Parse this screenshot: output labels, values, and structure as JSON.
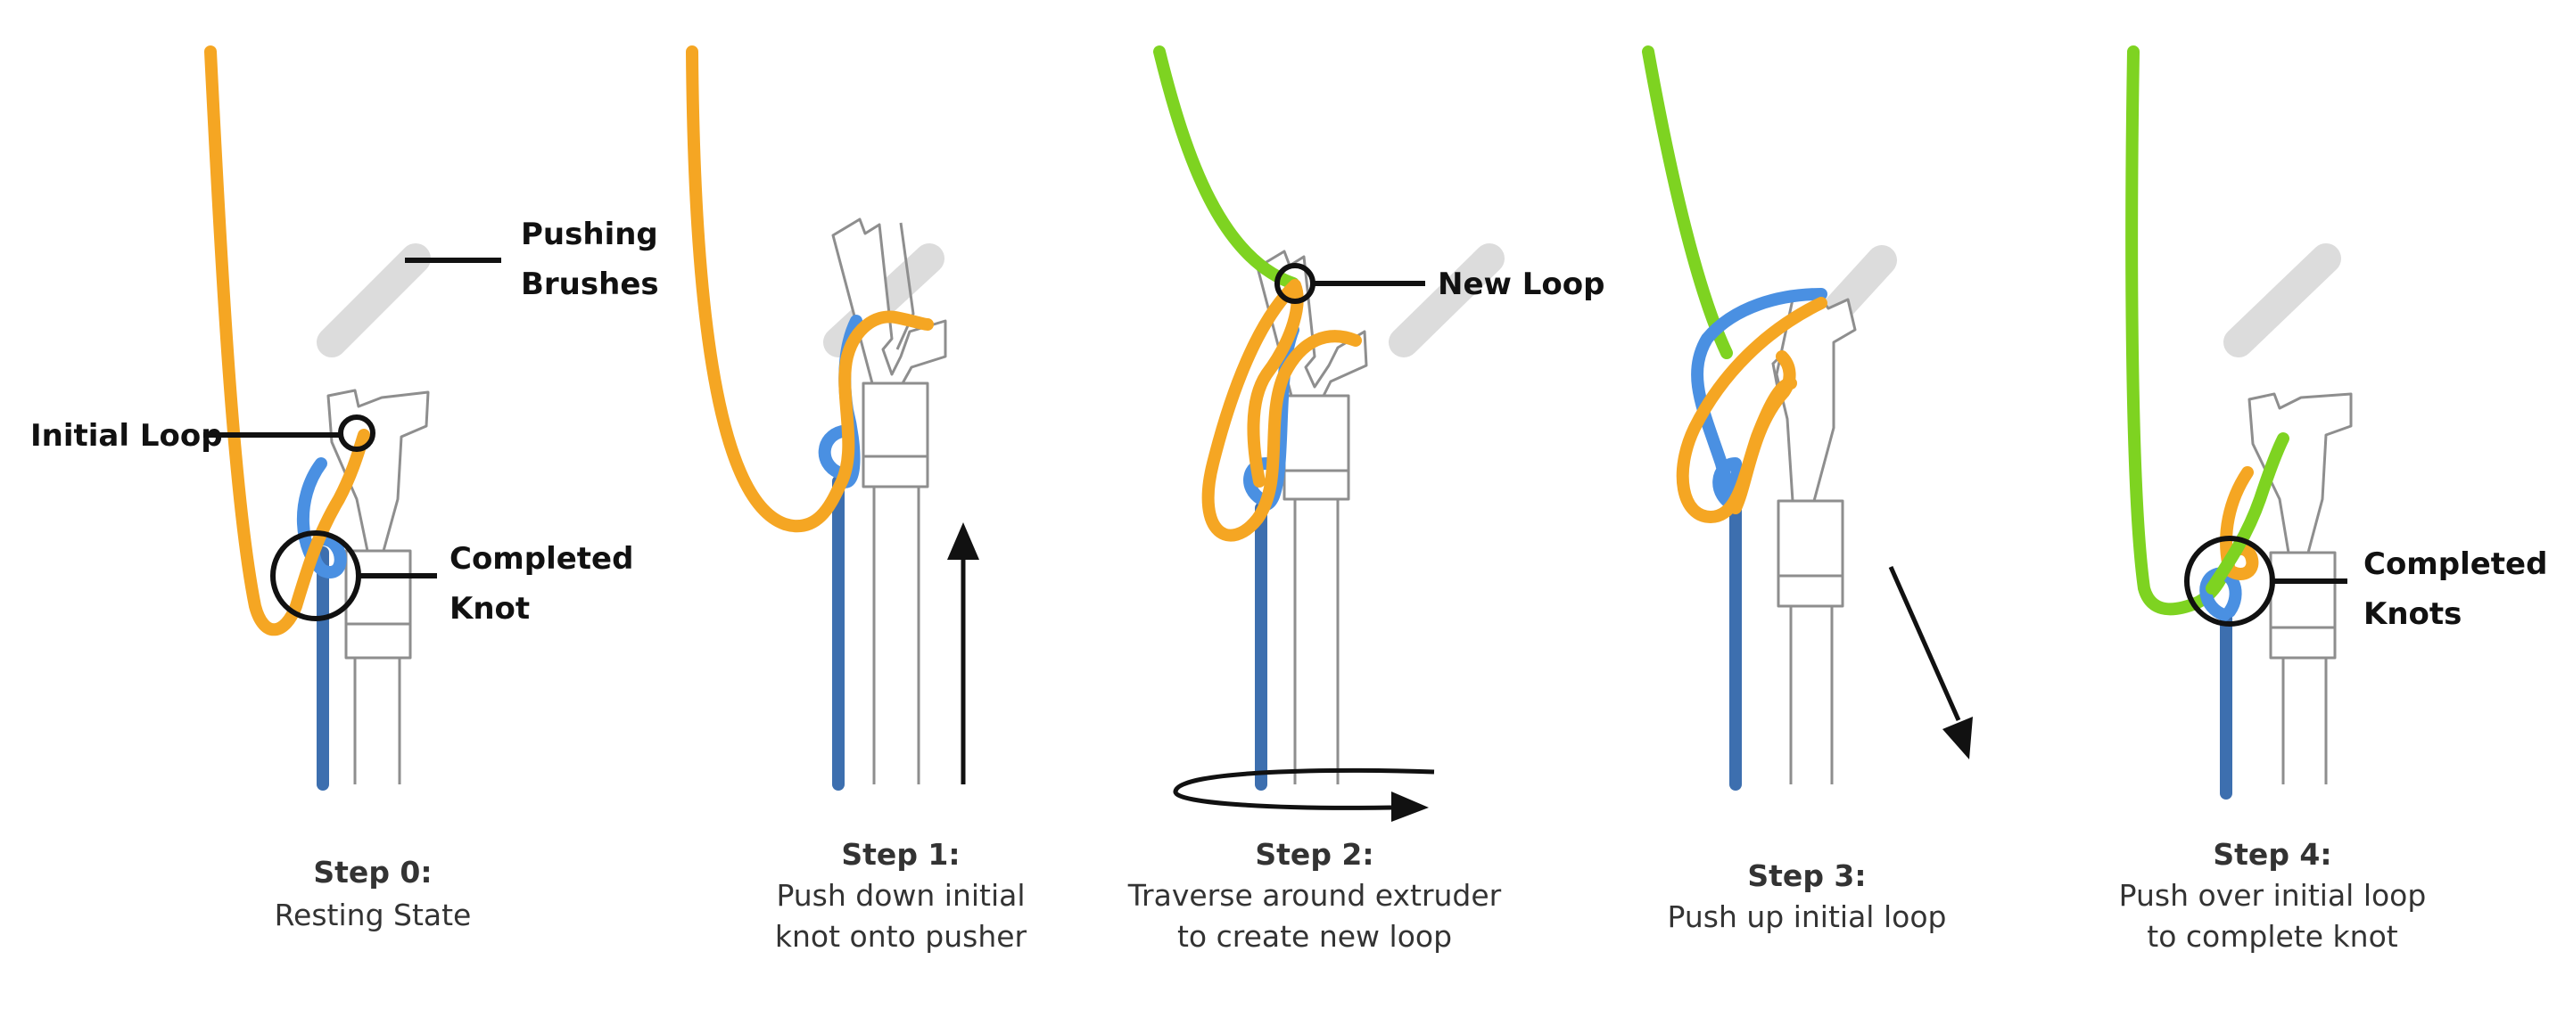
{
  "callouts": {
    "pushing_brushes_line1": "Pushing",
    "pushing_brushes_line2": "Brushes",
    "initial_loop": "Initial Loop",
    "completed_knot_line1": "Completed",
    "completed_knot_line2": "Knot",
    "new_loop": "New Loop",
    "completed_knots_line1": "Completed",
    "completed_knots_line2": "Knots"
  },
  "steps": [
    {
      "title": "Step 0:",
      "line1": "Resting State",
      "line2": ""
    },
    {
      "title": "Step 1:",
      "line1": "Push down initial",
      "line2": "knot onto pusher"
    },
    {
      "title": "Step 2:",
      "line1": "Traverse around extruder",
      "line2": "to create new loop"
    },
    {
      "title": "Step 3:",
      "line1": "Push up initial loop",
      "line2": ""
    },
    {
      "title": "Step 4:",
      "line1": "Push over initial loop",
      "line2": "to complete knot"
    }
  ],
  "colors": {
    "orange_yarn": "#f5a623",
    "blue_yarn": "#4a90e2",
    "dark_blue_yarn": "#3d6faf",
    "green_yarn": "#7ed321",
    "brush": "#dcdcdc",
    "pusher_outline": "#8e8e8e"
  }
}
